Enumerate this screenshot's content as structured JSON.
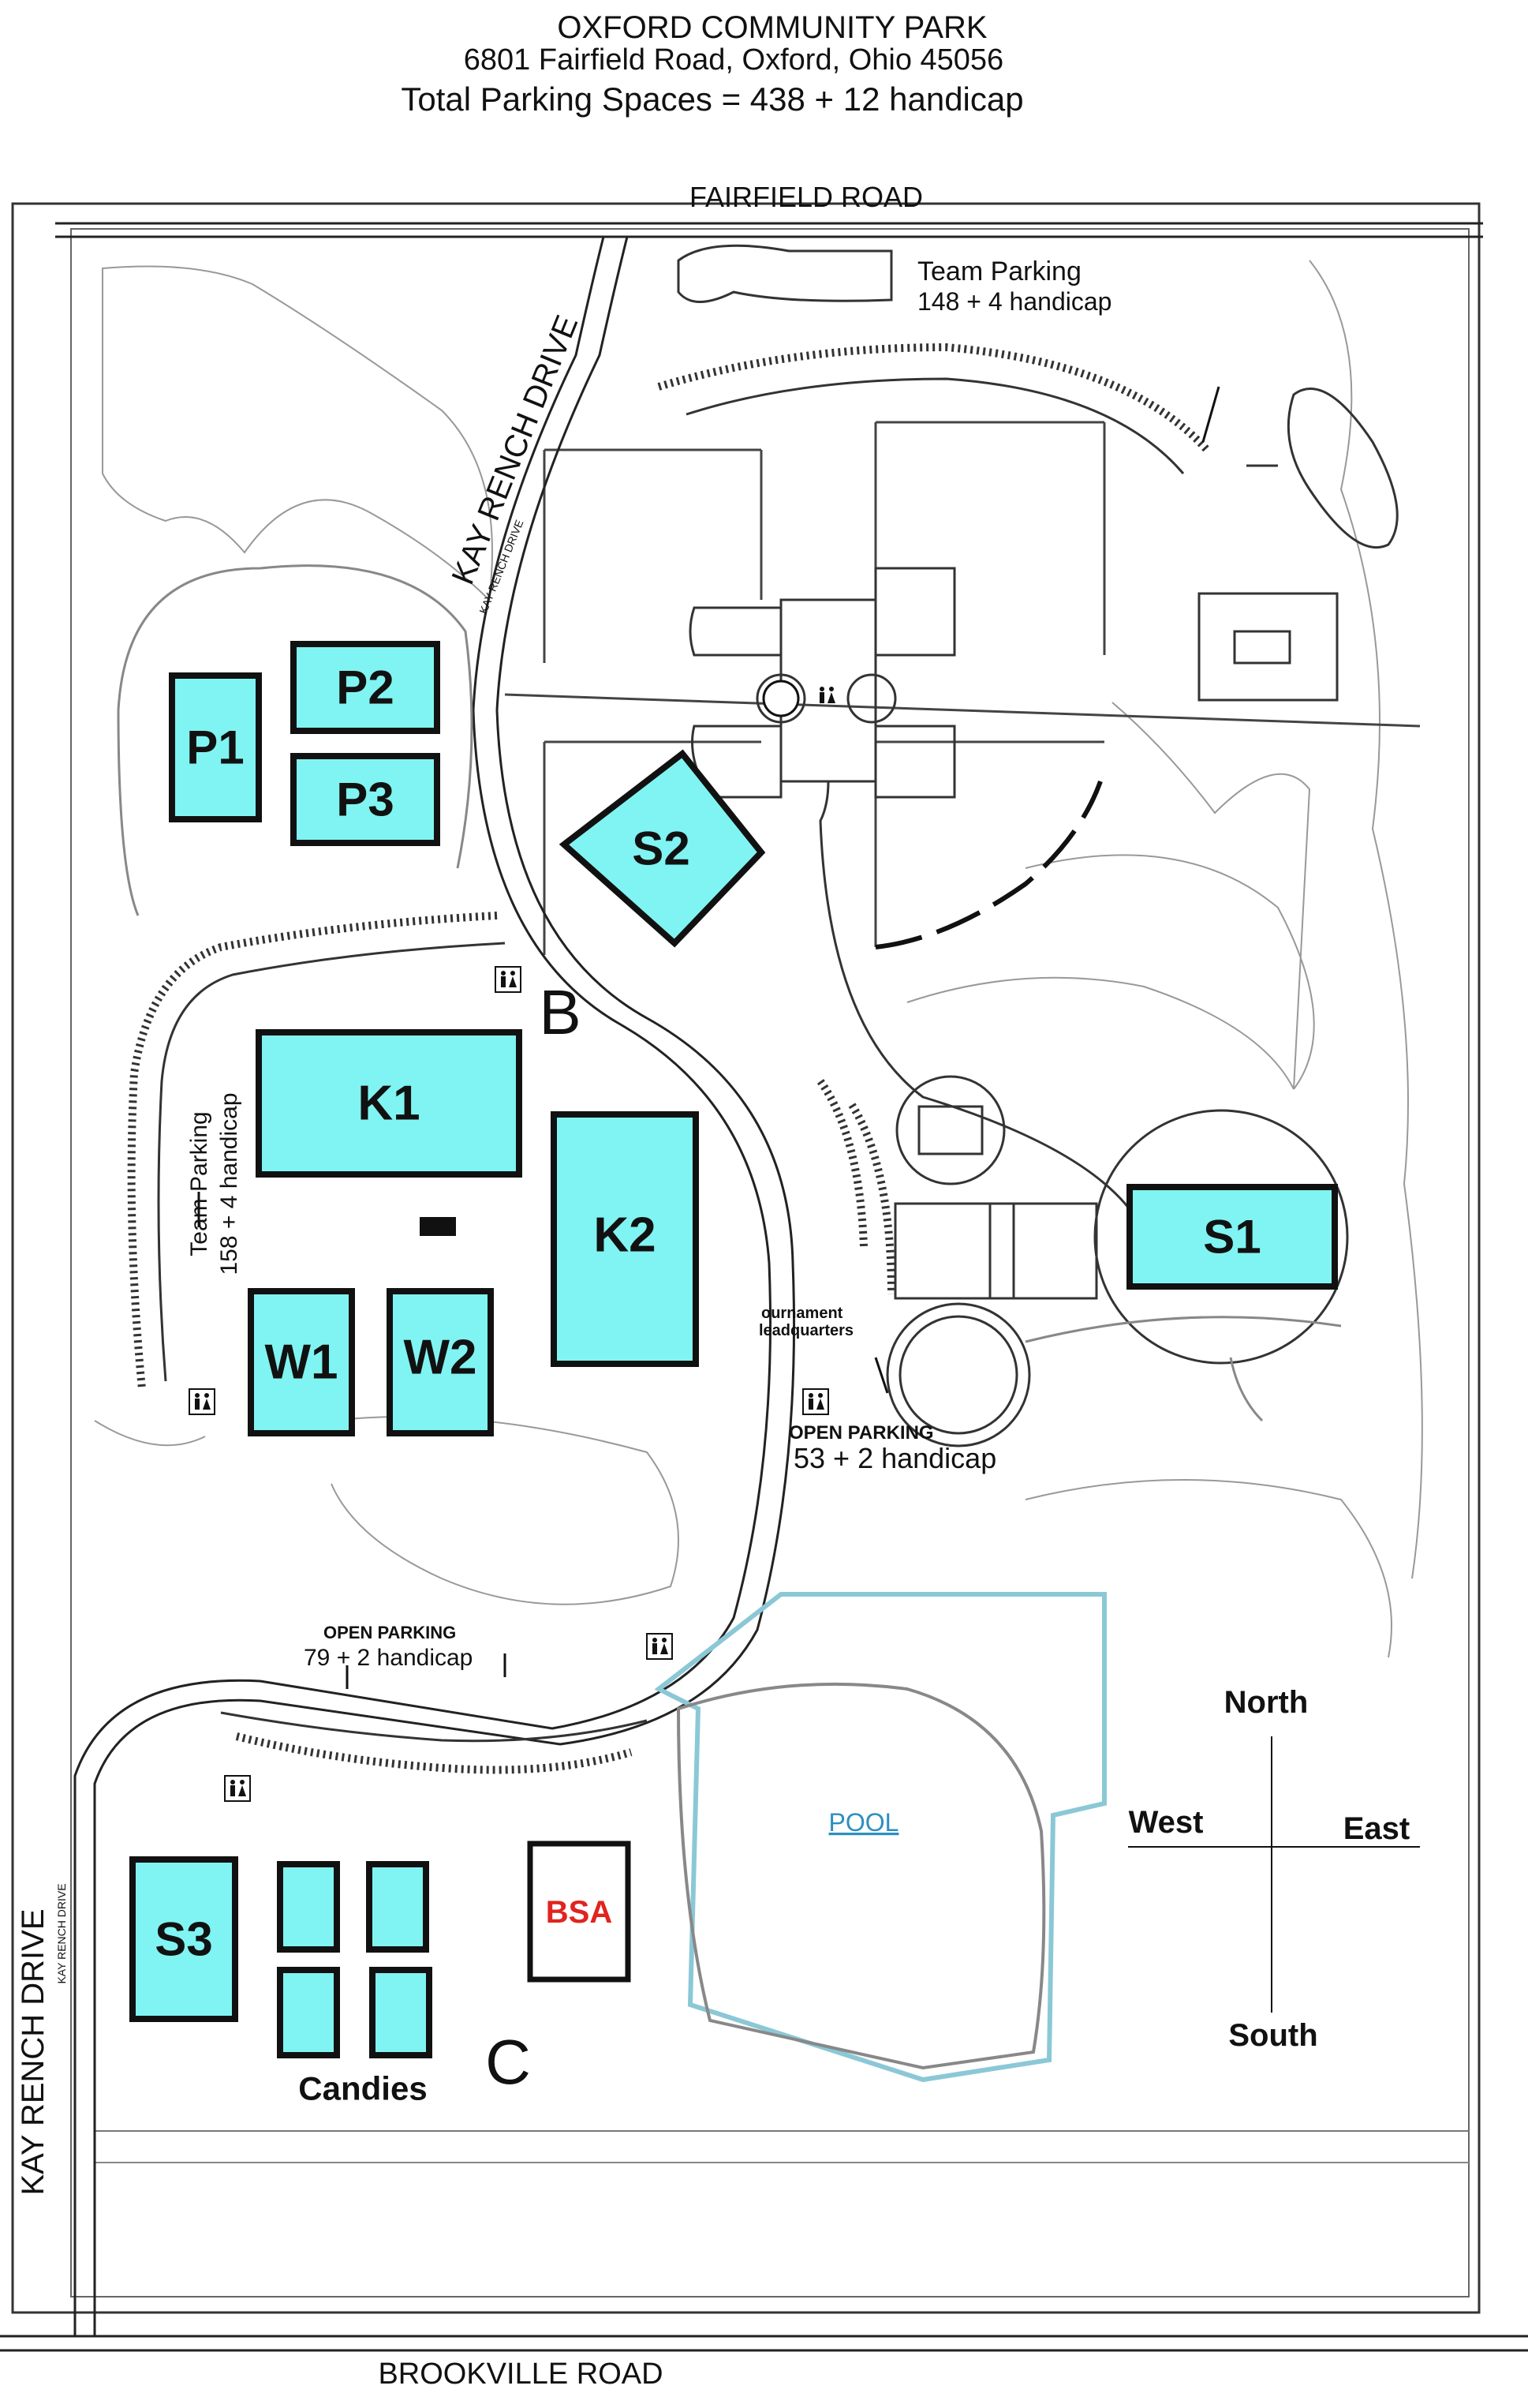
{
  "header": {
    "title": "OXFORD COMMUNITY PARK",
    "address": "6801 Fairfield Road, Oxford, Ohio 45056",
    "parking_total": "Total Parking Spaces = 438 + 12 handicap"
  },
  "roads": {
    "north": "FAIRFIELD ROAD",
    "south": "BROOKVILLE ROAD",
    "drive_upper": "KAY RENCH DRIVE",
    "drive_upper_small": "KAY RENCH DRIVE",
    "drive_lower": "KAY RENCH DRIVE",
    "drive_lower_small": "KAY RENCH DRIVE"
  },
  "parking": {
    "team_north": {
      "line1": "Team Parking",
      "line2": "148 + 4 handicap"
    },
    "team_west": {
      "line1": "Team Parking",
      "line2": "158 + 4 handicap"
    },
    "open_mid": {
      "line1": "OPEN PARKING",
      "line2": "53 + 2 handicap"
    },
    "open_south": {
      "line1": "OPEN PARKING",
      "line2": "79 + 2 handicap"
    }
  },
  "fields": {
    "P1": "P1",
    "P2": "P2",
    "P3": "P3",
    "S1": "S1",
    "S2": "S2",
    "S3": "S3",
    "K1": "K1",
    "K2": "K2",
    "W1": "W1",
    "W2": "W2",
    "BSA": "BSA"
  },
  "markers": {
    "B": "B",
    "C": "C"
  },
  "labels": {
    "tournament_line1": "ournament",
    "tournament_line2": "leadquarters",
    "pool": "POOL",
    "candies": "Candies"
  },
  "compass": {
    "north": "North",
    "south": "South",
    "east": "East",
    "west": "West"
  },
  "colors": {
    "field_fill": "#80F4F2",
    "bsa_text": "#E0241F",
    "pool_outline": "#8BC8D6",
    "pool_text": "#2C8FBF"
  }
}
